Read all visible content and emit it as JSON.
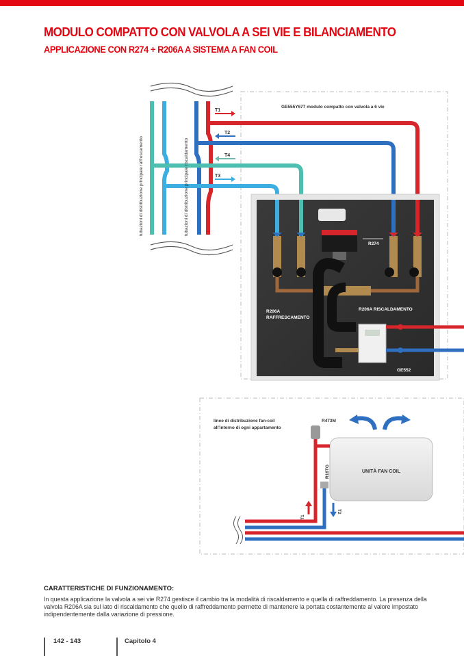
{
  "header": {
    "title": "MODULO COMPATTO CON VALVOLA A SEI VIE E BILANCIAMENTO",
    "subtitle": "APPLICAZIONE CON R274 + R206A A SISTEMA A FAN COIL"
  },
  "diagram_top": {
    "module_label": "GE555Y677 modulo compatto con valvola a 6 vie",
    "label_cooling_mains": "tubazioni di distribuzione principale raffrescamento",
    "label_heating_mains": "tubazioni di distribuzione principale riscaldamento",
    "arrows": [
      "T1",
      "T2",
      "T4",
      "T3"
    ],
    "components": {
      "r274": "R274",
      "r206a_cool_line1": "R206A",
      "r206a_cool_line2": "RAFFRESCAMENTO",
      "r206a_heat": "R206A RISCALDAMENTO",
      "ge552": "GE552"
    }
  },
  "diagram_bottom": {
    "lines_label_1": "linee di distribuzione fan-coil",
    "lines_label_2": "all'interno di ogni appartamento",
    "r473m": "R473M",
    "r16tg": "R16TG",
    "fan_coil_label": "UNITÀ FAN COIL",
    "t1": "T1",
    "t2": "T2"
  },
  "description": {
    "heading": "CARATTERISTICHE DI FUNZIONAMENTO:",
    "text": "In questa applicazione la valvola a sei vie R274 gestisce il cambio tra la modalità di riscaldamento e quella di raffreddamento. La presenza della valvola R206A sia sul lato di riscaldamento che quello di raffreddamento permette di mantenere la portata costantemente al valore impostato indipendentemente dalla variazione di pressione."
  },
  "footer": {
    "pages": "142 - 143",
    "chapter": "Capitolo 4"
  },
  "colors": {
    "brand_red": "#e30613",
    "pipe_red": "#d7262b",
    "pipe_blue": "#2f6fc0",
    "pipe_teal": "#4cbfb0",
    "pipe_light_blue": "#3eaee0"
  }
}
